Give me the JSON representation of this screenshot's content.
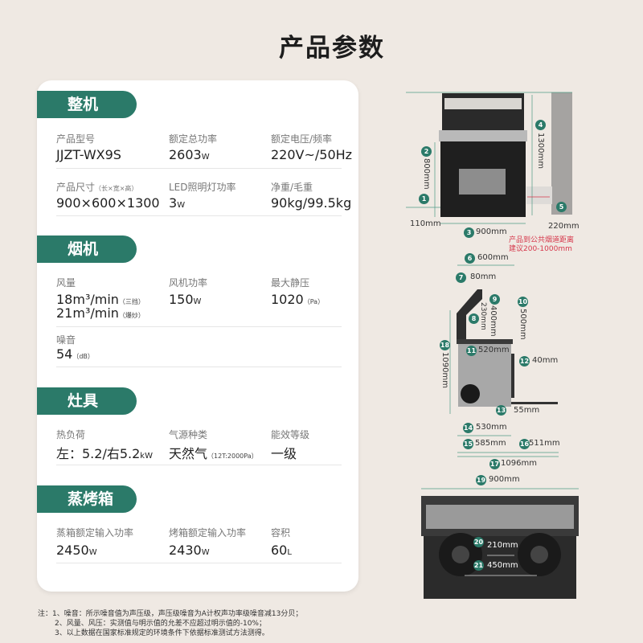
{
  "title": "产品参数",
  "sections": [
    {
      "name": "整机",
      "rows": [
        [
          {
            "label": "产品型号",
            "value": "JJZT-WX9S"
          },
          {
            "label": "额定总功率",
            "value": "2603",
            "unit": "W"
          },
          {
            "label": "额定电压/频率",
            "value": "220V~/50Hz"
          }
        ],
        [
          {
            "label": "产品尺寸",
            "label_note": "（长×宽×高）",
            "value": "900×600×1300"
          },
          {
            "label": "LED照明灯功率",
            "value": "3",
            "unit": "W"
          },
          {
            "label": "净重/毛重",
            "value": "90kg/99.5kg"
          }
        ]
      ]
    },
    {
      "name": "烟机",
      "rows": [
        [
          {
            "label": "风量",
            "value": "18m³/min",
            "note": "（三挡）",
            "value2": "21m³/min",
            "note2": "（爆炒）"
          },
          {
            "label": "风机功率",
            "value": "150",
            "unit": "W"
          },
          {
            "label": "最大静压",
            "value": "1020",
            "note": "（Pa）"
          }
        ],
        [
          {
            "label": "噪音",
            "value": "54",
            "note": "（dB）"
          }
        ]
      ]
    },
    {
      "name": "灶具",
      "rows": [
        [
          {
            "label": "热负荷",
            "value": "左：5.2/右5.2",
            "unit": "kW"
          },
          {
            "label": "气源种类",
            "value": "天然气",
            "note": "（12T:2000Pa）"
          },
          {
            "label": "能效等级",
            "value": "一级"
          }
        ]
      ]
    },
    {
      "name": "蒸烤箱",
      "rows": [
        [
          {
            "label": "蒸箱额定输入功率",
            "value": "2450",
            "unit": "W"
          },
          {
            "label": "烤箱额定输入功率",
            "value": "2430",
            "unit": "W"
          },
          {
            "label": "容积",
            "value": "60",
            "unit": "L"
          }
        ]
      ]
    }
  ],
  "notes": [
    "注：1、噪音：所示噪音值为声压级，声压级噪音为A计权声功率级噪音减13分贝；",
    "2、风量、风压：实测值与明示值的允差不应超过明示值的-10%；",
    "3、以上数据在国家标准规定的环境条件下依据标准测试方法测得。"
  ],
  "front_view": {
    "d1": {
      "n": "1",
      "t": "110mm"
    },
    "d2": {
      "n": "2",
      "t": "800mm"
    },
    "d3": {
      "n": "3",
      "t": "900mm"
    },
    "d4": {
      "n": "4",
      "t": "1300mm"
    },
    "d5": {
      "n": "5",
      "t": "220mm"
    },
    "note1": "产品到公共烟道距离",
    "note2": "建议200-1000mm"
  },
  "side_view": {
    "d6": {
      "n": "6",
      "t": "600mm"
    },
    "d7": {
      "n": "7",
      "t": "80mm"
    },
    "d8": {
      "n": "8",
      "t": "230mm"
    },
    "d9": {
      "n": "9",
      "t": "400mm"
    },
    "d10": {
      "n": "10",
      "t": "500mm"
    },
    "d11": {
      "n": "11",
      "t": "520mm"
    },
    "d12": {
      "n": "12",
      "t": "40mm"
    },
    "d13": {
      "n": "13",
      "t": "55mm"
    },
    "d14": {
      "n": "14",
      "t": "530mm"
    },
    "d15": {
      "n": "15",
      "t": "585mm"
    },
    "d16": {
      "n": "16",
      "t": "511mm"
    },
    "d17": {
      "n": "17",
      "t": "1096mm"
    },
    "d18": {
      "n": "18",
      "t": "1090mm"
    }
  },
  "top_view": {
    "d19": {
      "n": "19",
      "t": "900mm"
    },
    "d20": {
      "n": "20",
      "t": "210mm"
    },
    "d21": {
      "n": "21",
      "t": "450mm"
    }
  },
  "colors": {
    "accent": "#2b7a69",
    "background": "#efe9e3",
    "note_red": "#d6374b"
  }
}
